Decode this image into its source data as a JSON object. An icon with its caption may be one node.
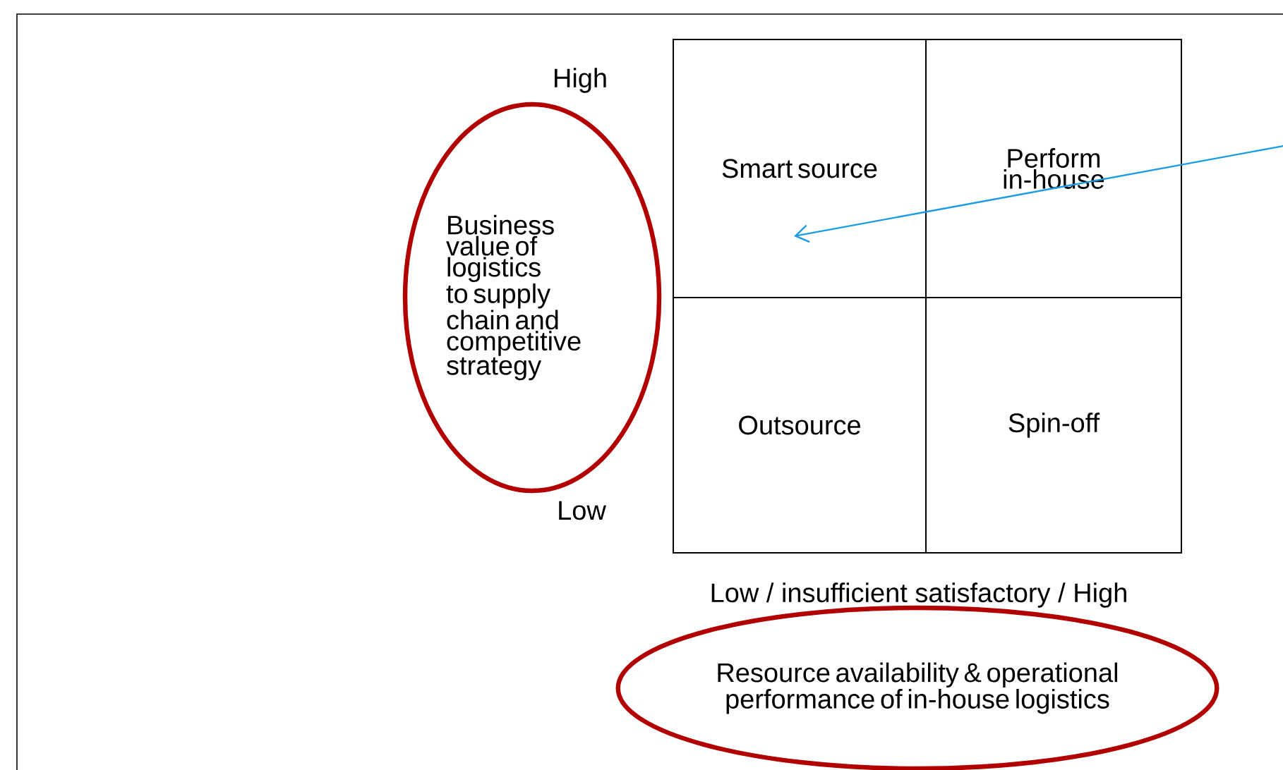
{
  "diagram": {
    "nodes": [
      {
        "text": [
          "Business value of logistics to supply chain and competitive strategy"
        ]
      },
      {
        "text": [
          "Resource availability & operational performance of in-house logistics"
        ]
      },
      {
        "text": [
          "Smart source"
        ]
      },
      {
        "text": [
          "Perform in-house"
        ]
      },
      {
        "text": [
          "Outsource"
        ]
      },
      {
        "text": [
          "Spin-off"
        ]
      }
    ],
    "edges": [
      {
        "from": null,
        "to": 2,
        "arrow": "to",
        "color": "#1a9be6"
      }
    ],
    "labels": [
      "High",
      "Low",
      "Low / insufficient   satisfactory / High"
    ]
  }
}
